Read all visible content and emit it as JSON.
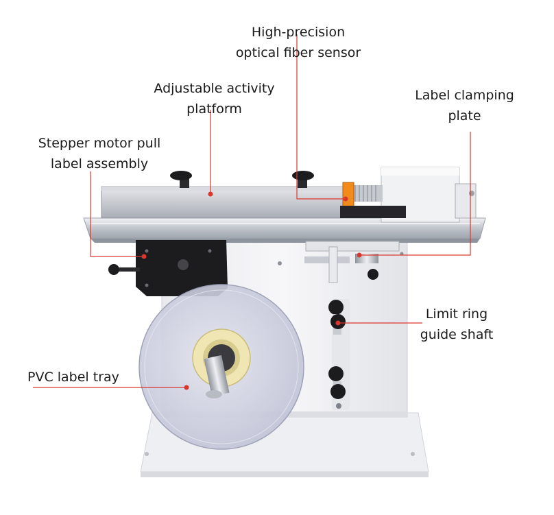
{
  "annotations": [
    {
      "id": "sensor",
      "lines": [
        "High-precision",
        "optical fiber sensor"
      ]
    },
    {
      "id": "platform",
      "lines": [
        "Adjustable activity",
        "platform"
      ]
    },
    {
      "id": "clamp",
      "lines": [
        "Label clamping",
        "plate"
      ]
    },
    {
      "id": "stepper",
      "lines": [
        "Stepper motor pull",
        "label assembly"
      ]
    },
    {
      "id": "limit",
      "lines": [
        "Limit ring",
        "guide shaft"
      ]
    },
    {
      "id": "tray",
      "lines": [
        "PVC label tray"
      ]
    }
  ],
  "colors": {
    "leader": "#d9372c",
    "body": "#f4f4f6",
    "body_shade": "#dcdde2",
    "steel": "#c9cdd3",
    "dark": "#1c1c1e",
    "reel": "#cfd1e0",
    "hub": "#efe6b4",
    "sensor_orange": "#f28a1c"
  }
}
